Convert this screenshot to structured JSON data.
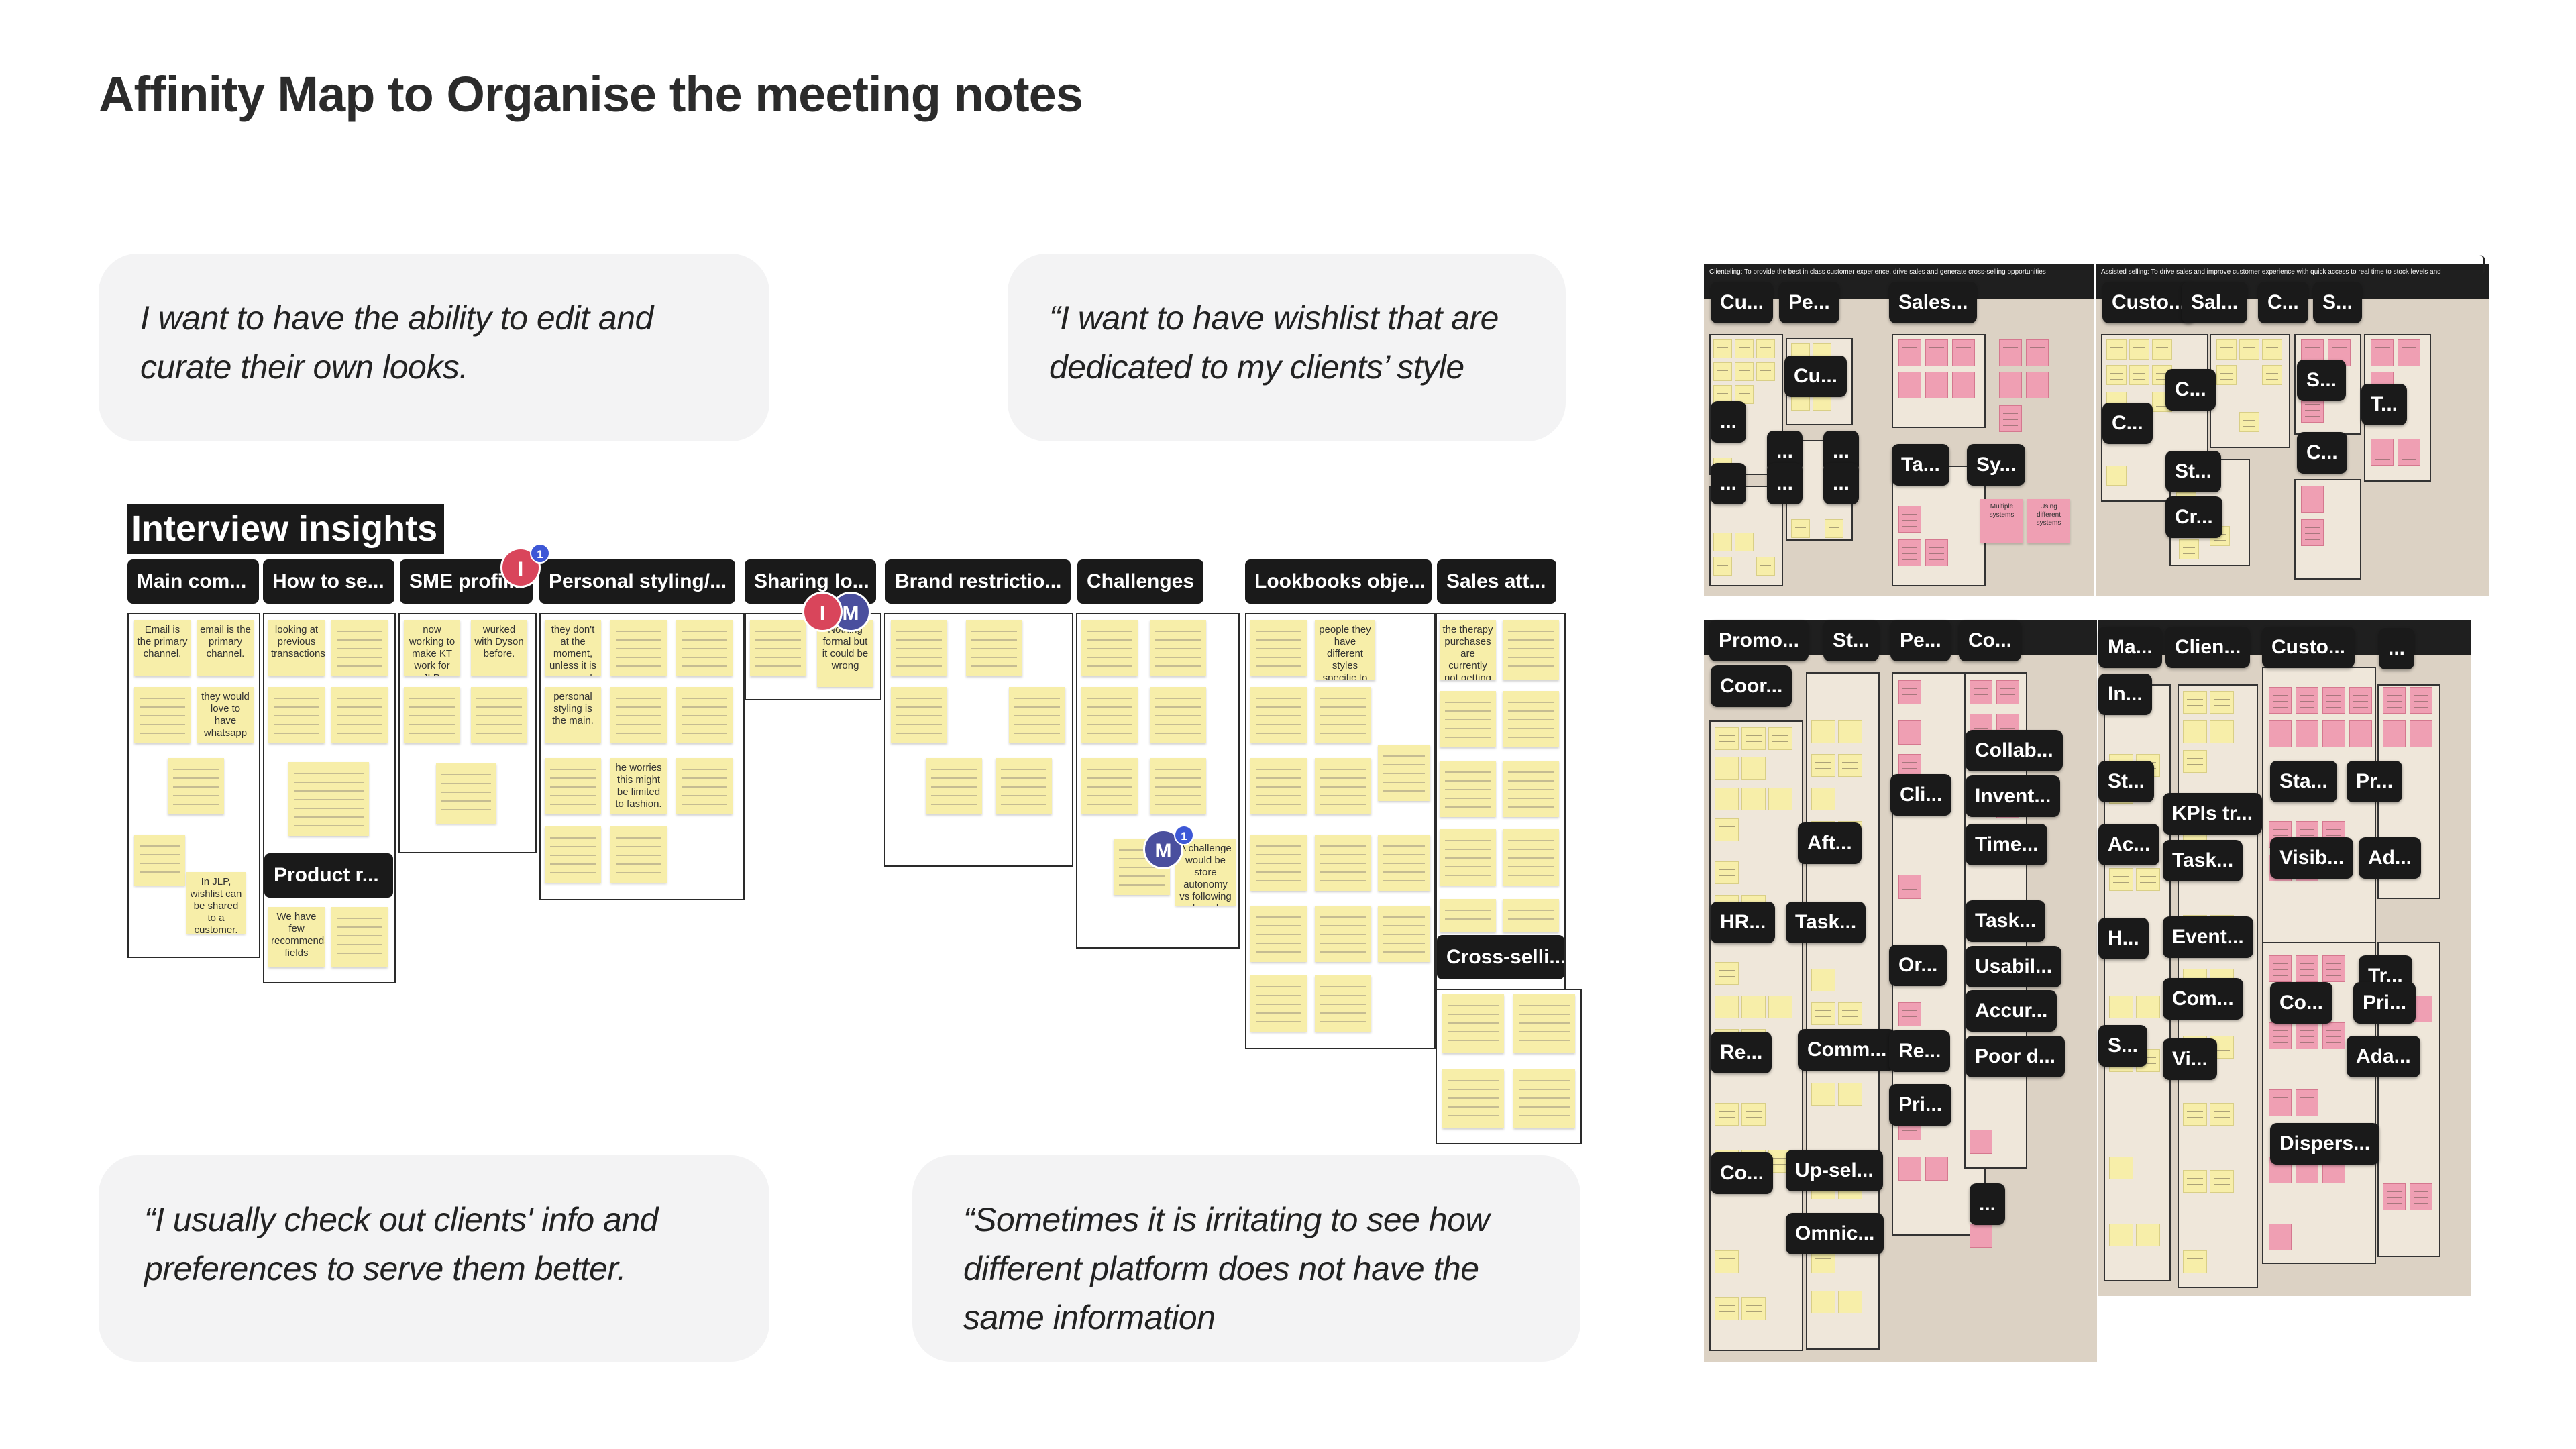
{
  "page_title": "Affinity Map to Organise the meeting notes",
  "quotes": [
    {
      "id": "q1",
      "text": "I want to have the ability to edit and curate their own looks."
    },
    {
      "id": "q2",
      "text": "“I want to have wishlist that are dedicated to my clients’ style"
    },
    {
      "id": "q3",
      "text": "“I usually check out clients' info and preferences to serve them better."
    },
    {
      "id": "q4",
      "text": "“Sometimes it is irritating to see how different platform does not have the same information"
    }
  ],
  "insights": {
    "title": "Interview insights",
    "columns": [
      {
        "label": "Main com...",
        "notes": [
          "Email is the primary channel.",
          "email is the primary channel.",
          "they would love to have whatsapp",
          "In JLP, wishlist can be shared to a customer."
        ]
      },
      {
        "label": "How to se...",
        "notes": [
          "looking at previous transactions."
        ],
        "extra_label": "Product r...",
        "extra_notes": [
          "We have few recommendation fields"
        ]
      },
      {
        "label": "SME profil...",
        "notes": [
          "now working to make KT work for JLP.",
          "wurked with Dyson before."
        ]
      },
      {
        "label": "Personal styling/...",
        "notes": [
          "they don't at the moment, unless it is personal styling",
          "personal styling is the main.",
          "he worries this might be limited to fashion."
        ]
      },
      {
        "label": "Sharing lo...",
        "notes": [
          "Nothing formal but it could be wrong"
        ]
      },
      {
        "label": "Brand restrictio...",
        "notes": []
      },
      {
        "label": "Challenges",
        "notes": [
          "A challenge would be store autonomy vs following brand guidelines."
        ]
      },
      {
        "label": "Lookbooks obje...",
        "notes": [
          "people they have different styles specific to geographic locations."
        ]
      },
      {
        "label": "Sales att...",
        "notes": [
          "the therapy purchases are currently not getting credited for lookbooks."
        ],
        "extra_label": "Cross-selli..."
      }
    ]
  },
  "avatars": [
    {
      "id": "a1",
      "initial": "I",
      "color": "#d9455b",
      "badge": "1"
    },
    {
      "id": "a2",
      "initial": "I",
      "color": "#d9455b"
    },
    {
      "id": "a3",
      "initial": "M",
      "color": "#4a4f9e"
    },
    {
      "id": "a4",
      "initial": "M",
      "color": "#4a4f9e",
      "badge": "1"
    }
  ],
  "boards": [
    {
      "id": "board-1",
      "header": "Clienteling: To provide the best in class customer experience, drive sales and generate cross-selling opportunities",
      "tags": [
        "Cu...",
        "Pe...",
        "Sales...",
        "Cu...",
        "...",
        "...",
        "...",
        "...",
        "...",
        "...",
        "Ta...",
        "Sy..."
      ],
      "notes": [
        "Multiple systems",
        "Using different systems"
      ]
    },
    {
      "id": "board-2",
      "header": "Assisted selling: To drive sales and improve customer experience with quick access to real time to stock levels and",
      "tags": [
        "Custo...",
        "Sal...",
        "C...",
        "S...",
        "C...",
        "S...",
        "T...",
        "C...",
        "C...",
        "St...",
        "Cr..."
      ]
    },
    {
      "id": "board-3",
      "tags": [
        "Promo...",
        "St...",
        "Pe...",
        "Co...",
        "Coor...",
        "Collab...",
        "Cli...",
        "Invent...",
        "Aft...",
        "Time...",
        "HR...",
        "Task...",
        "Task...",
        "Or...",
        "Usabil...",
        "Accur...",
        "Re...",
        "Comm...",
        "Re...",
        "Poor d...",
        "Pri...",
        "Co...",
        "Up-sel...",
        "Omnic...",
        "..."
      ]
    },
    {
      "id": "board-4",
      "tags": [
        "Ma...",
        "Clien...",
        "Custo...",
        "...",
        "In...",
        "St...",
        "Sta...",
        "Pr...",
        "KPIs tr...",
        "Ac...",
        "Task...",
        "Visib...",
        "Ad...",
        "H...",
        "Event...",
        "Tr...",
        "Com...",
        "Co...",
        "Pri...",
        "S...",
        "Vi...",
        "Ada...",
        "Dispers..."
      ]
    }
  ]
}
